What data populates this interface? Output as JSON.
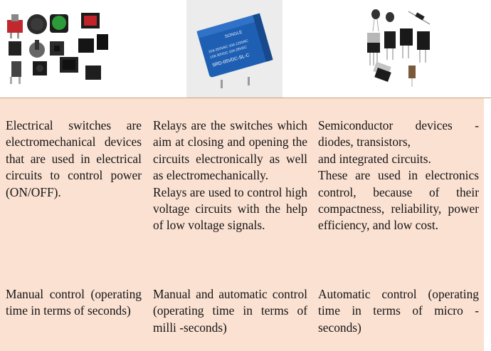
{
  "columns": [
    {
      "image": "electrical-switches-photo",
      "description": [
        "Electrical switches are electromechanical devices that are used in electrical circuits to control power (ON/OFF)."
      ],
      "control": "Manual control (operating time in terms of seconds)"
    },
    {
      "image": "relay-photo",
      "image_text": [
        "SONGLE",
        "SRD-05VDC-SL-C",
        "10A 250VAC 10A 125VAC",
        "10A 30VDC 10A 28VDC"
      ],
      "description": [
        "Relays are the switches which aim at closing and opening the circuits electronically as well as electromechanically.",
        "Relays are used to control high voltage circuits with the help of low voltage signals."
      ],
      "control": "Manual and automatic control (operating time in terms of milli -seconds)"
    },
    {
      "image": "semiconductor-devices-photo",
      "description": [
        "Semiconductor devices - diodes, transistors,",
        "and integrated circuits.",
        "These are used in electronics control, because of their compactness, reliability, power efficiency, and low cost."
      ],
      "control": "Automatic control (operating time in terms of micro -seconds)"
    }
  ],
  "colors": {
    "table_background": "#fbe1d2",
    "divider": "#c9a27f",
    "relay_blue": "#1f5fb3"
  }
}
